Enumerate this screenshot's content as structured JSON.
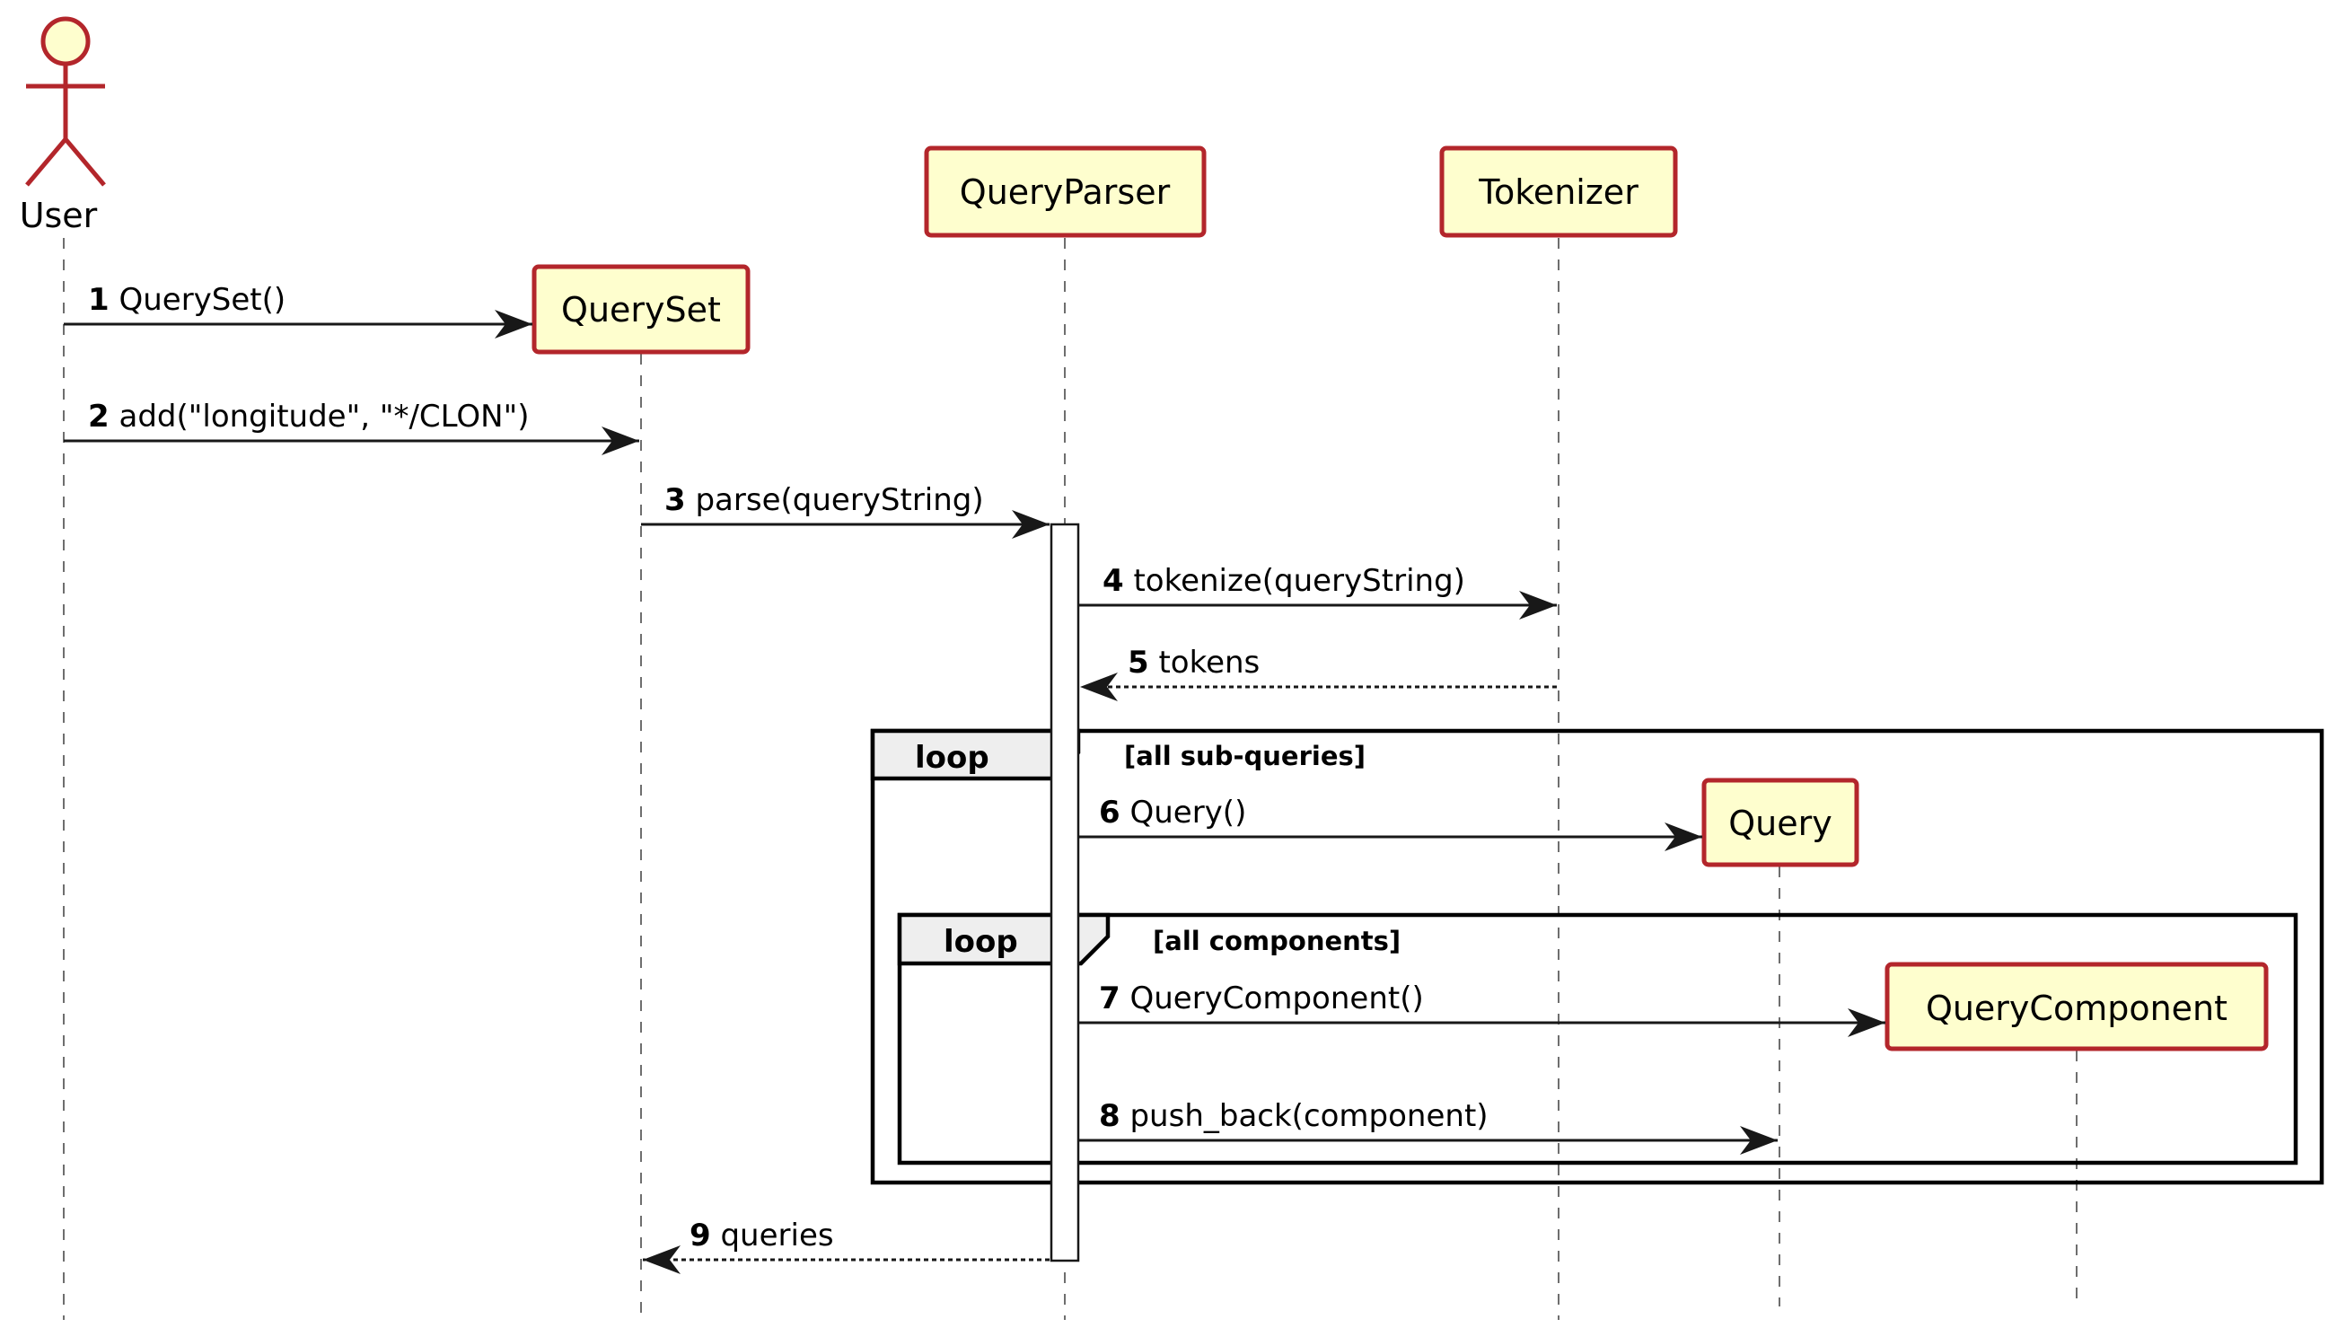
{
  "diagram": {
    "type": "sequence",
    "colors": {
      "participant_border": "#B3262B",
      "participant_fill": "#FEFECE",
      "line": "#181818",
      "frame_tab_fill": "#EEEEEE"
    },
    "actor": {
      "id": "user",
      "name": "User"
    },
    "participants": [
      {
        "id": "queryset",
        "name": "QuerySet",
        "created_by_message": 1
      },
      {
        "id": "queryparser",
        "name": "QueryParser"
      },
      {
        "id": "tokenizer",
        "name": "Tokenizer"
      },
      {
        "id": "query",
        "name": "Query",
        "created_by_message": 6
      },
      {
        "id": "querycomponent",
        "name": "QueryComponent",
        "created_by_message": 7
      }
    ],
    "messages": [
      {
        "num": "1",
        "text": "QuerySet()",
        "from": "user",
        "to": "queryset",
        "kind": "create"
      },
      {
        "num": "2",
        "text": "add(\"longitude\", \"*/CLON\")",
        "from": "user",
        "to": "queryset",
        "kind": "sync"
      },
      {
        "num": "3",
        "text": "parse(queryString)",
        "from": "queryset",
        "to": "queryparser",
        "kind": "sync"
      },
      {
        "num": "4",
        "text": "tokenize(queryString)",
        "from": "queryparser",
        "to": "tokenizer",
        "kind": "sync"
      },
      {
        "num": "5",
        "text": "tokens",
        "from": "tokenizer",
        "to": "queryparser",
        "kind": "reply"
      },
      {
        "num": "6",
        "text": "Query()",
        "from": "queryparser",
        "to": "query",
        "kind": "create"
      },
      {
        "num": "7",
        "text": "QueryComponent()",
        "from": "queryparser",
        "to": "querycomponent",
        "kind": "create"
      },
      {
        "num": "8",
        "text": "push_back(component)",
        "from": "queryparser",
        "to": "query",
        "kind": "sync"
      },
      {
        "num": "9",
        "text": "queries",
        "from": "queryparser",
        "to": "queryset",
        "kind": "reply"
      }
    ],
    "fragments": [
      {
        "operator": "loop",
        "guard": "[all sub-queries]",
        "covers_messages": [
          "6",
          "7",
          "8"
        ]
      },
      {
        "operator": "loop",
        "guard": "[all components]",
        "covers_messages": [
          "7",
          "8"
        ]
      }
    ]
  }
}
